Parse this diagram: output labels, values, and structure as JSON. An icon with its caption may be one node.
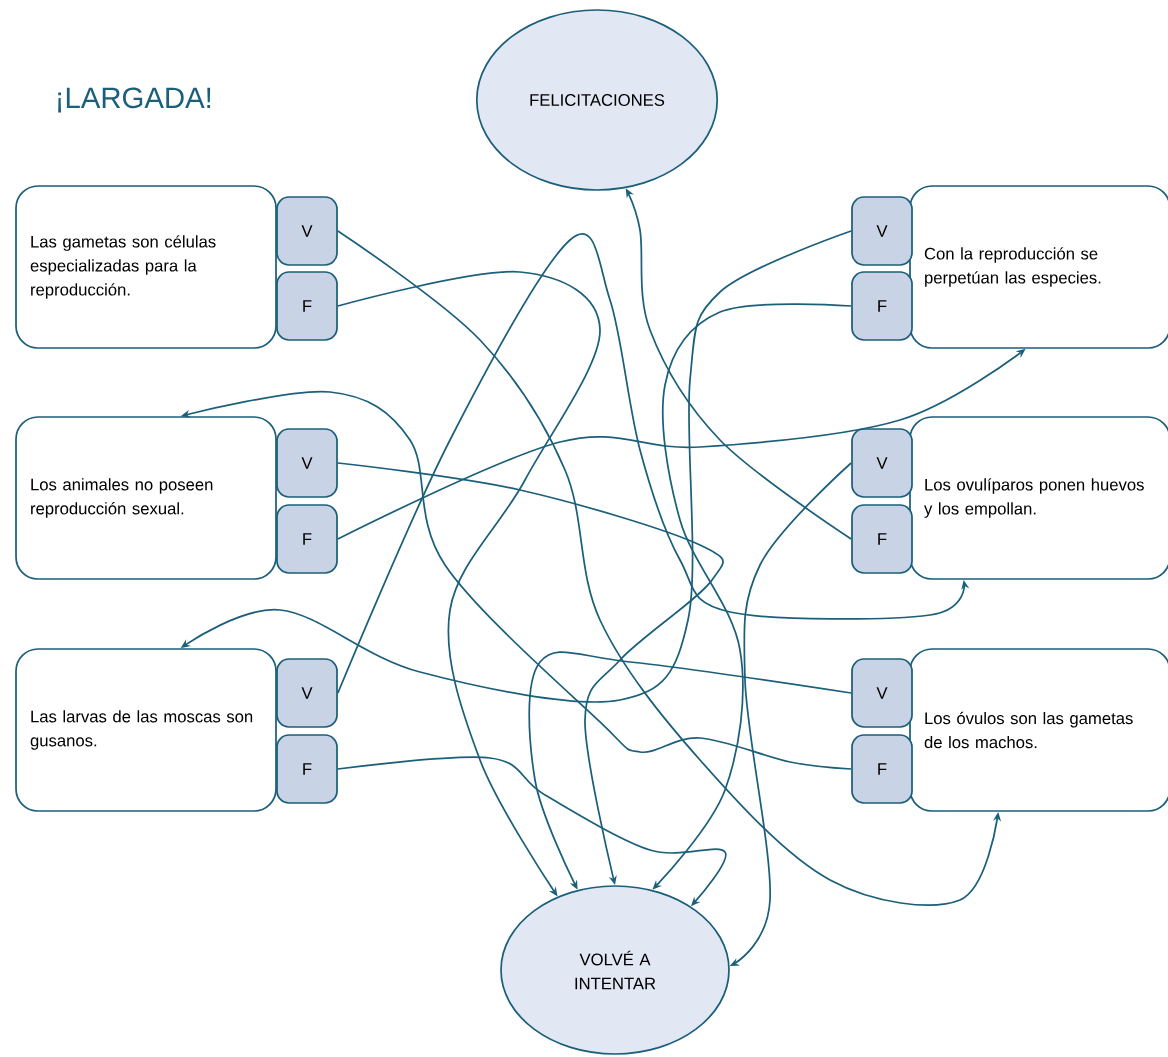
{
  "diagram": {
    "title": "¡LARGADA!",
    "nodes": [
      {
        "text": [
          "FELICITACIONES"
        ]
      },
      {
        "text": [
          "Las gametas son células especializadas para la reproducción."
        ]
      },
      {
        "text": [
          "V"
        ]
      },
      {
        "text": [
          "F"
        ]
      },
      {
        "text": [
          "Con la reproducción se perpetúan las especies."
        ]
      },
      {
        "text": [
          "V"
        ]
      },
      {
        "text": [
          "F"
        ]
      },
      {
        "text": [
          "Los animales no poseen reproducción sexual."
        ]
      },
      {
        "text": [
          "V"
        ]
      },
      {
        "text": [
          "F"
        ]
      },
      {
        "text": [
          "Los ovulíparos ponen huevos y los empollan."
        ]
      },
      {
        "text": [
          "V"
        ]
      },
      {
        "text": [
          "F"
        ]
      },
      {
        "text": [
          "Las larvas de las moscas son gusanos."
        ]
      },
      {
        "text": [
          "V"
        ]
      },
      {
        "text": [
          "F"
        ]
      },
      {
        "text": [
          "Los óvulos son las gametas de los machos."
        ]
      },
      {
        "text": [
          "V"
        ]
      },
      {
        "text": [
          "F"
        ]
      },
      {
        "text": [
          "VOLVÉ A INTENTAR"
        ]
      }
    ],
    "edges": [
      {
        "from": 2,
        "to": 16,
        "arrow": "to"
      },
      {
        "from": 3,
        "to": 19,
        "arrow": "to"
      },
      {
        "from": 5,
        "to": 13,
        "arrow": "to"
      },
      {
        "from": 6,
        "to": 19,
        "arrow": "to"
      },
      {
        "from": 8,
        "to": 19,
        "arrow": "to"
      },
      {
        "from": 9,
        "to": 4,
        "arrow": "to"
      },
      {
        "from": 11,
        "to": 19,
        "arrow": "to"
      },
      {
        "from": 12,
        "to": 0,
        "arrow": "to"
      },
      {
        "from": 14,
        "to": 10,
        "arrow": "to"
      },
      {
        "from": 15,
        "to": 19,
        "arrow": "to"
      },
      {
        "from": 17,
        "to": 19,
        "arrow": "to"
      },
      {
        "from": 18,
        "to": 7,
        "arrow": "to"
      }
    ]
  }
}
